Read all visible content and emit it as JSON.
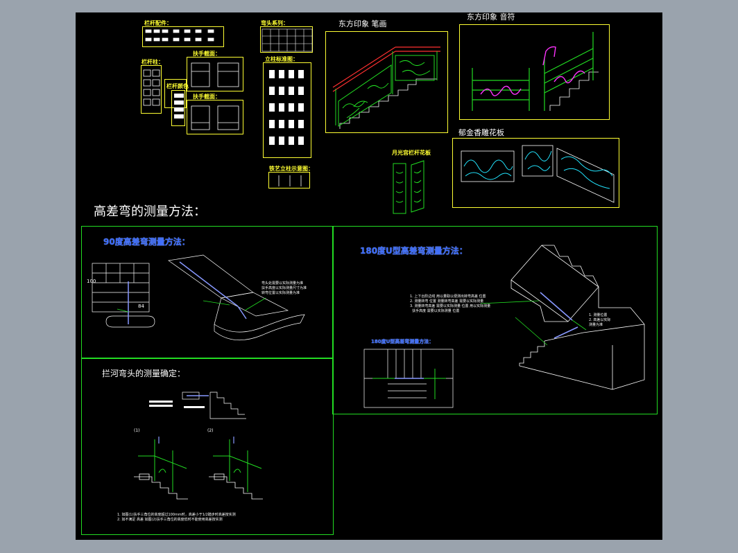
{
  "drawing": {
    "main_title": "高差弯的测量方法：",
    "sheets": {
      "accessories": "栏杆配件：",
      "balusters": "栏杆柱：",
      "top_elevation": "扶手截面：",
      "side_elevation": "扶手截面：",
      "colors": "栏杆颜色",
      "head_types": "弯头系列：",
      "ornaments": "立柱标准图：",
      "iron_art": "铁艺立柱示意图：",
      "moon_panel": "月光宫栏杆花板"
    },
    "panels": {
      "oriental_stroke": "东方印象 笔画",
      "oriental_music": "东方印象 音符",
      "tulip_panel": "郁金香雕花板"
    },
    "sections": {
      "s90": "90度高差弯测量方法：",
      "s180": "180度U型高差弯测量方法：",
      "s180_sub": "180度U型高差弯测量方法：",
      "head": "拦河弯头的测量确定："
    },
    "notes": {
      "n180": "1. 上下台阶边线 用以量取以便测出转弯高差 位置\n2. 测量转弯 位置 测量转弯高差 需要以实际测量\n3. 测量转弯高差 需要以实际测量 位置 用以实际测量\n  扶手高度 需要以实际测量 位置",
      "n180b": "1. 测量位置\n2. 高差以实际\n测量为准",
      "n90": "弯头处需要以实际测量为准\n扶手高度以实际测量尺寸为准\n转弯位置以实际测量为准",
      "head_bottom": "1. 如图(1)扶手三角位的高度超过100mm时，高差小于1/2踏步时高差按实测\n2. 如不满足 高差 如图(2)扶手三角位的高度低时不能使用高差按实测"
    },
    "dims": {
      "d100": "100",
      "d84": "84"
    },
    "labels": {
      "fig1": "(1)",
      "fig2": "(2)"
    },
    "colors": {
      "frame": "#22dd22",
      "sheet": "#ffff33",
      "title": "#3b6cff",
      "background": "#000000"
    }
  }
}
